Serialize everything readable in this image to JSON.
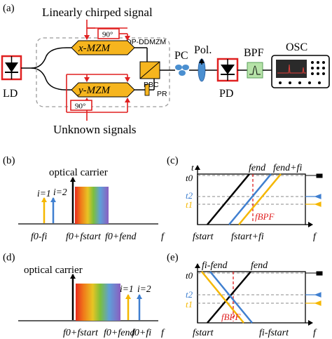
{
  "panel_a": {
    "label": "(a)",
    "top_caption": "Linearly chirped signal",
    "bottom_caption": "Unknown signals",
    "ld": "LD",
    "x_mzm": "x-MZM",
    "y_mzm": "y-MZM",
    "phase_top": "90°",
    "phase_bottom": "90°",
    "dpddmzm": "DP-DDMZM",
    "pbc": "PBC",
    "pr": "PR",
    "pc": "PC",
    "pol": "Pol.",
    "bpf": "BPF",
    "osc": "OSC",
    "pd": "PD"
  },
  "panel_b": {
    "label": "(b)",
    "carrier": "optical carrier",
    "i1": "i=1",
    "i2": "i=2",
    "tick1": "f0-fi",
    "tick2": "f0+fstart",
    "tick3": "f0+fend",
    "faxis": "f"
  },
  "panel_c": {
    "label": "(c)",
    "top1": "fend",
    "top2": "fend+fi",
    "t": "t",
    "t0": "t0",
    "t2": "t2",
    "t1": "t1",
    "fbpf": "fBPF",
    "b1": "fstart",
    "b2": "fstart+fi",
    "faxis": "f"
  },
  "panel_d": {
    "label": "(d)",
    "carrier": "optical carrier",
    "i1": "i=1",
    "i2": "i=2",
    "tick1": "f0+fstart",
    "tick2": "f0+fend",
    "tick3": "f0+fi",
    "faxis": "f"
  },
  "panel_e": {
    "label": "(e)",
    "top1": "fi-fend",
    "top2": "fend",
    "t0": "t0",
    "t2": "t2",
    "t1": "t1",
    "fbpf": "fBPF",
    "b1": "fstart",
    "b2": "fi-fstart",
    "faxis": "f"
  },
  "colors": {
    "yellow": "#f5b700",
    "blue": "#3f7fd0",
    "mzm_fill": "#f6b51e",
    "red": "#e02020"
  }
}
